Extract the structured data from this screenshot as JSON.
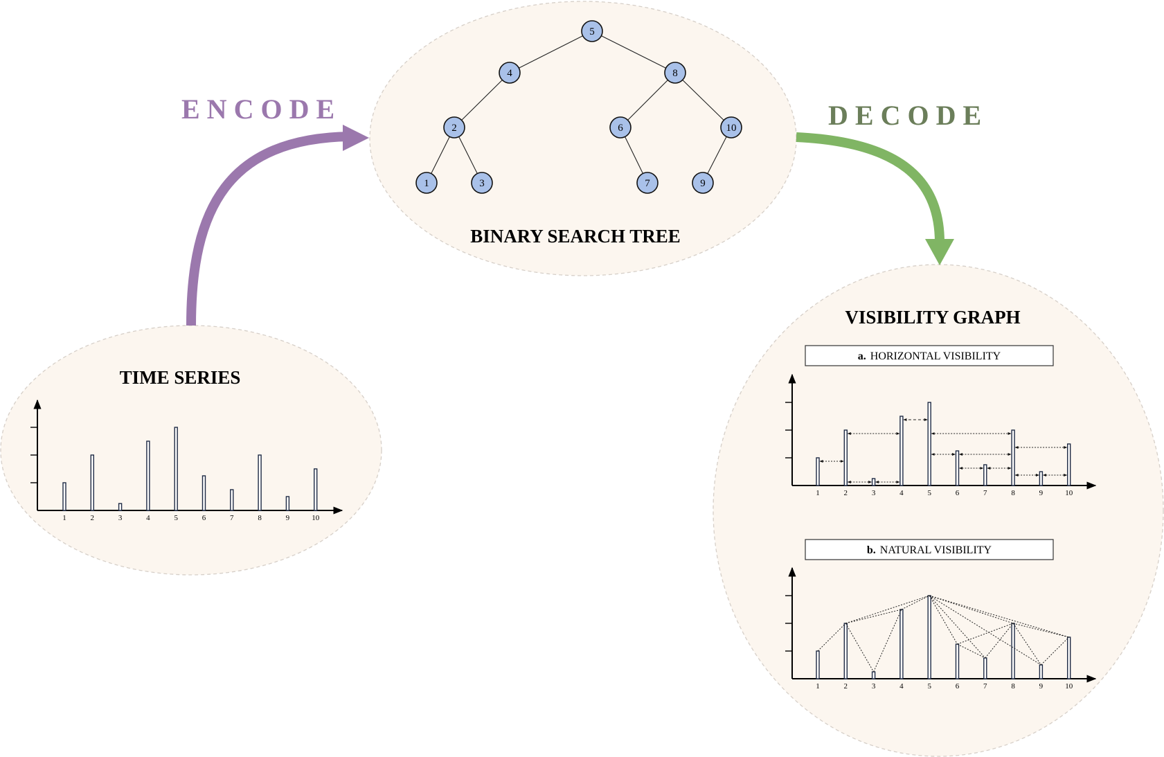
{
  "labels": {
    "encode": "ENCODE",
    "decode": "DECODE",
    "time_series": "TIME SERIES",
    "bst": "BINARY SEARCH TREE",
    "visibility_graph": "VISIBILITY GRAPH",
    "panel_a_letter": "a.",
    "panel_a_title": "HORIZONTAL VISIBILITY",
    "panel_b_letter": "b.",
    "panel_b_title": "NATURAL VISIBILITY"
  },
  "colors": {
    "encode": "#9b78ad",
    "decode": "#80b564",
    "node_fill": "#a9c1e9",
    "blob_fill": "#fcf6ef"
  },
  "series": {
    "x": [
      "1",
      "2",
      "3",
      "4",
      "5",
      "6",
      "7",
      "8",
      "9",
      "10"
    ],
    "values": [
      1.0,
      2.0,
      0.25,
      2.5,
      3.0,
      1.25,
      0.75,
      2.0,
      0.5,
      1.5
    ]
  },
  "tree": {
    "nodes": [
      "5",
      "4",
      "8",
      "2",
      "6",
      "10",
      "1",
      "3",
      "7",
      "9"
    ],
    "edges": [
      [
        "5",
        "4"
      ],
      [
        "5",
        "8"
      ],
      [
        "4",
        "2"
      ],
      [
        "8",
        "6"
      ],
      [
        "8",
        "10"
      ],
      [
        "2",
        "1"
      ],
      [
        "2",
        "3"
      ],
      [
        "6",
        "7"
      ],
      [
        "10",
        "9"
      ]
    ]
  },
  "horizontal_visibility_edges": [
    [
      1,
      2
    ],
    [
      2,
      3
    ],
    [
      3,
      4
    ],
    [
      2,
      4
    ],
    [
      4,
      5
    ],
    [
      5,
      6
    ],
    [
      6,
      7
    ],
    [
      7,
      8
    ],
    [
      6,
      8
    ],
    [
      5,
      8
    ],
    [
      8,
      9
    ],
    [
      9,
      10
    ],
    [
      8,
      10
    ]
  ],
  "natural_visibility_edges": [
    [
      1,
      2
    ],
    [
      2,
      3
    ],
    [
      3,
      4
    ],
    [
      2,
      4
    ],
    [
      2,
      5
    ],
    [
      4,
      5
    ],
    [
      5,
      6
    ],
    [
      5,
      7
    ],
    [
      5,
      8
    ],
    [
      5,
      9
    ],
    [
      5,
      10
    ],
    [
      6,
      7
    ],
    [
      6,
      8
    ],
    [
      7,
      8
    ],
    [
      8,
      9
    ],
    [
      8,
      10
    ],
    [
      9,
      10
    ]
  ]
}
